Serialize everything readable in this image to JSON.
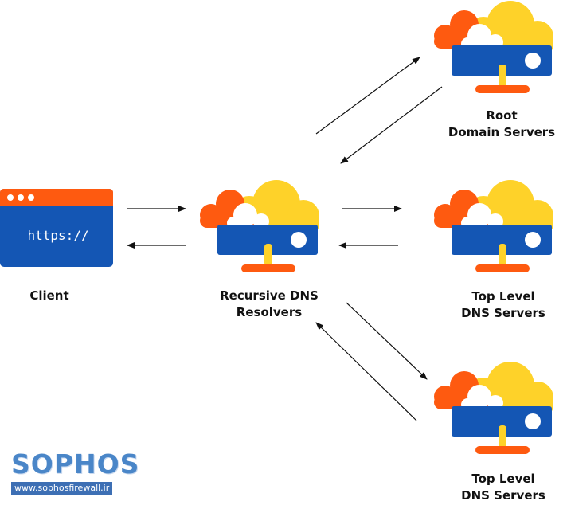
{
  "nodes": {
    "client": {
      "label": "Client",
      "url_text": "https://"
    },
    "resolver": {
      "line1": "Recursive DNS",
      "line2": "Resolvers"
    },
    "root": {
      "line1": "Root",
      "line2": "Domain Servers"
    },
    "tld_top": {
      "line1": "Top Level",
      "line2": "DNS Servers"
    },
    "tld_bottom": {
      "line1": "Top Level",
      "line2": "DNS Servers"
    }
  },
  "watermark": {
    "name": "SOPHOS",
    "url": "www.sophosfirewall.ir"
  },
  "colors": {
    "orange": "#fe5a10",
    "yellow": "#fed229",
    "blue": "#1456b4",
    "white": "#ffffff"
  }
}
